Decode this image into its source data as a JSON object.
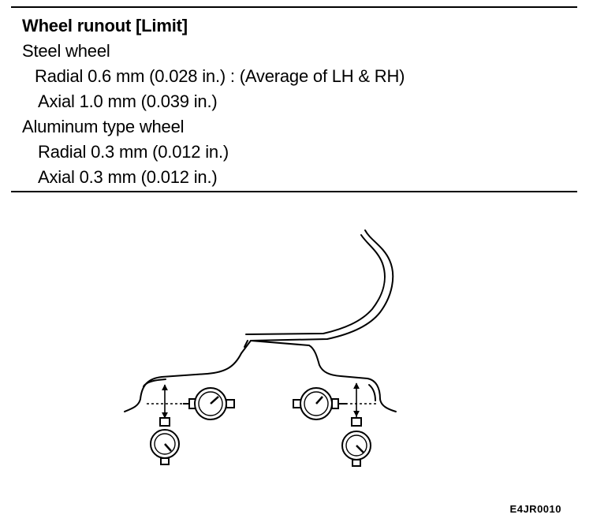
{
  "spec": {
    "title": "Wheel runout [Limit]",
    "steel_heading": "Steel wheel",
    "steel_radial": "Radial 0.6 mm (0.028 in.) : (Average of LH & RH)",
    "steel_axial": "Axial 1.0 mm (0.039 in.)",
    "aluminum_heading": "Aluminum type wheel",
    "aluminum_radial": "Radial 0.3 mm (0.012 in.)",
    "aluminum_axial": "Axial 0.3 mm (0.012 in.)"
  },
  "figure": {
    "code": "E4JR0010",
    "icons": [
      "wheel-profile",
      "dial-gauge"
    ]
  }
}
